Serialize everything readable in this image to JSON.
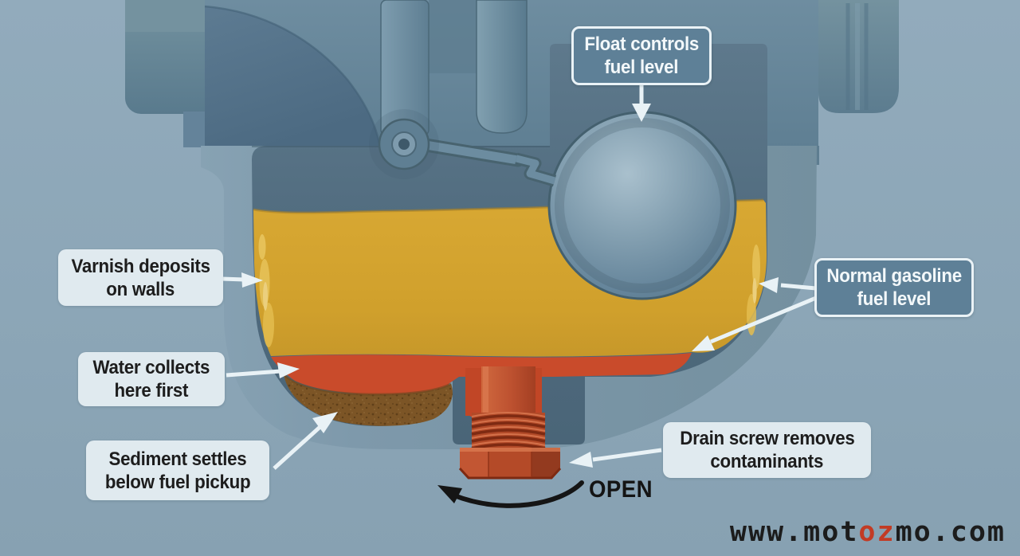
{
  "scene": {
    "title": "Carburetor float bowl contamination cutaway diagram",
    "open_label": "OPEN",
    "watermark": {
      "prefix": "www.mot",
      "highlight": "oz",
      "suffix": "mo.com"
    }
  },
  "labels": {
    "float": {
      "line1": "Float controls",
      "line2": "fuel level"
    },
    "varnish": {
      "line1": "Varnish deposits",
      "line2": "on walls"
    },
    "water": {
      "line1": "Water collects",
      "line2": "here first"
    },
    "sediment": {
      "line1": "Sediment settles",
      "line2": "below fuel pickup"
    },
    "normal": {
      "line1": "Normal gasoline",
      "line2": "fuel level"
    },
    "drain": {
      "line1": "Drain screw removes",
      "line2": "contaminants"
    }
  },
  "colors": {
    "background": "#8ca6b7",
    "body_metal": "#67869a",
    "bowl_wall_light": "#7e99ab",
    "cavity_dark": "#4c677a",
    "fuel_yellow": "#d2a02c",
    "varnish_highlight": "#e9c760",
    "water_red": "#c94b2b",
    "sediment_brown": "#7c5526",
    "drain_screw_orange": "#bf5432",
    "float_gray_blue": "#7e9aac",
    "light_label_bg": "#e0eaef",
    "dark_label_bg": "#5e8097",
    "label_border": "#eaf2f6",
    "arrow_white": "#e9f2f6",
    "annotation_black": "#151515",
    "watermark_red": "#c23b24"
  }
}
